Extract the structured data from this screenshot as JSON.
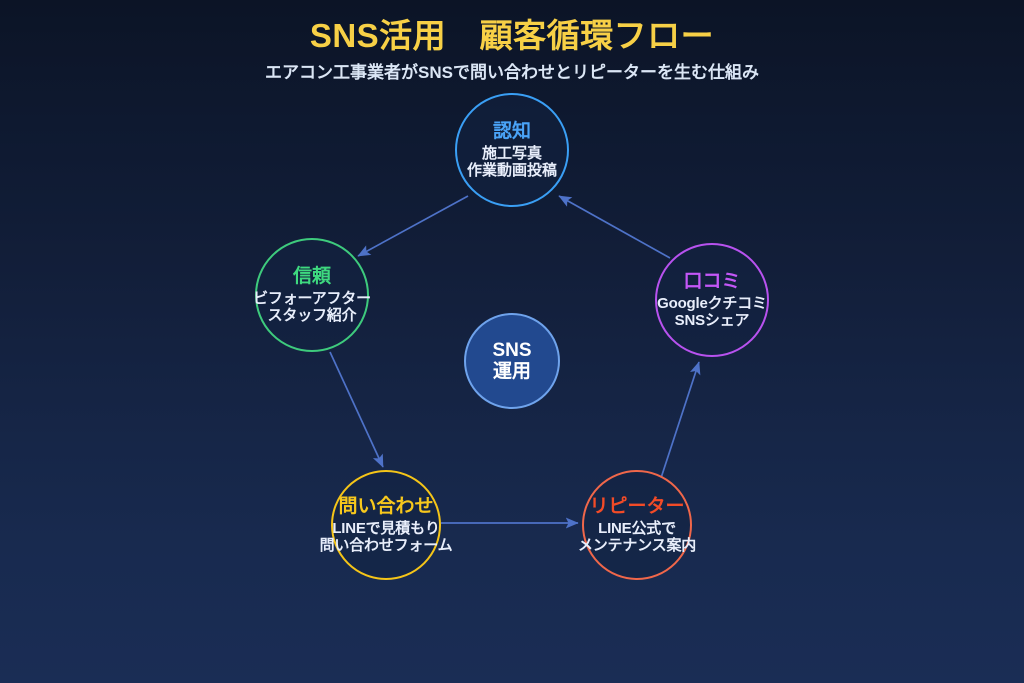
{
  "header": {
    "title": "SNS活用　顧客循環フロー",
    "subtitle": "エアコン工事業者がSNSで問い合わせとリピーターを生む仕組み"
  },
  "colors": {
    "title": "#f7d046",
    "subtitle": "#dbe6f5",
    "background_top": "#0c1426",
    "background_bottom": "#1a2d55",
    "arrow": "#4e72c8",
    "hub_fill": "#22498f",
    "hub_border": "#6fa3ec"
  },
  "hub": {
    "line1": "SNS",
    "line2": "運用"
  },
  "nodes": [
    {
      "id": "awareness",
      "title": "認知",
      "line1": "施工写真",
      "line2": "作業動画投稿",
      "color": "#3a9ff5",
      "title_color": "#4aa3f7"
    },
    {
      "id": "trust",
      "title": "信頼",
      "line1": "ビフォーアフター",
      "line2": "スタッフ紹介",
      "color": "#3ecb7d",
      "title_color": "#3ed97f"
    },
    {
      "id": "review",
      "title": "口コミ",
      "line1": "Googleクチコミ",
      "line2": "SNSシェア",
      "color": "#b852ef",
      "title_color": "#c457f7"
    },
    {
      "id": "inquiry",
      "title": "問い合わせ",
      "line1": "LINEで見積もり",
      "line2": "問い合わせフォーム",
      "color": "#f5c518",
      "title_color": "#f7c81c"
    },
    {
      "id": "repeat",
      "title": "リピーター",
      "line1": "LINE公式で",
      "line2": "メンテナンス案内",
      "color": "#f0674a",
      "title_color": "#f24b27"
    }
  ],
  "edges": [
    {
      "id": "awareness-to-trust",
      "from": "認知",
      "to": "信頼"
    },
    {
      "id": "trust-to-inquiry",
      "from": "信頼",
      "to": "問い合わせ"
    },
    {
      "id": "inquiry-to-repeat",
      "from": "問い合わせ",
      "to": "リピーター"
    },
    {
      "id": "repeat-to-review",
      "from": "リピーター",
      "to": "口コミ"
    },
    {
      "id": "review-to-awareness",
      "from": "口コミ",
      "to": "認知"
    }
  ]
}
